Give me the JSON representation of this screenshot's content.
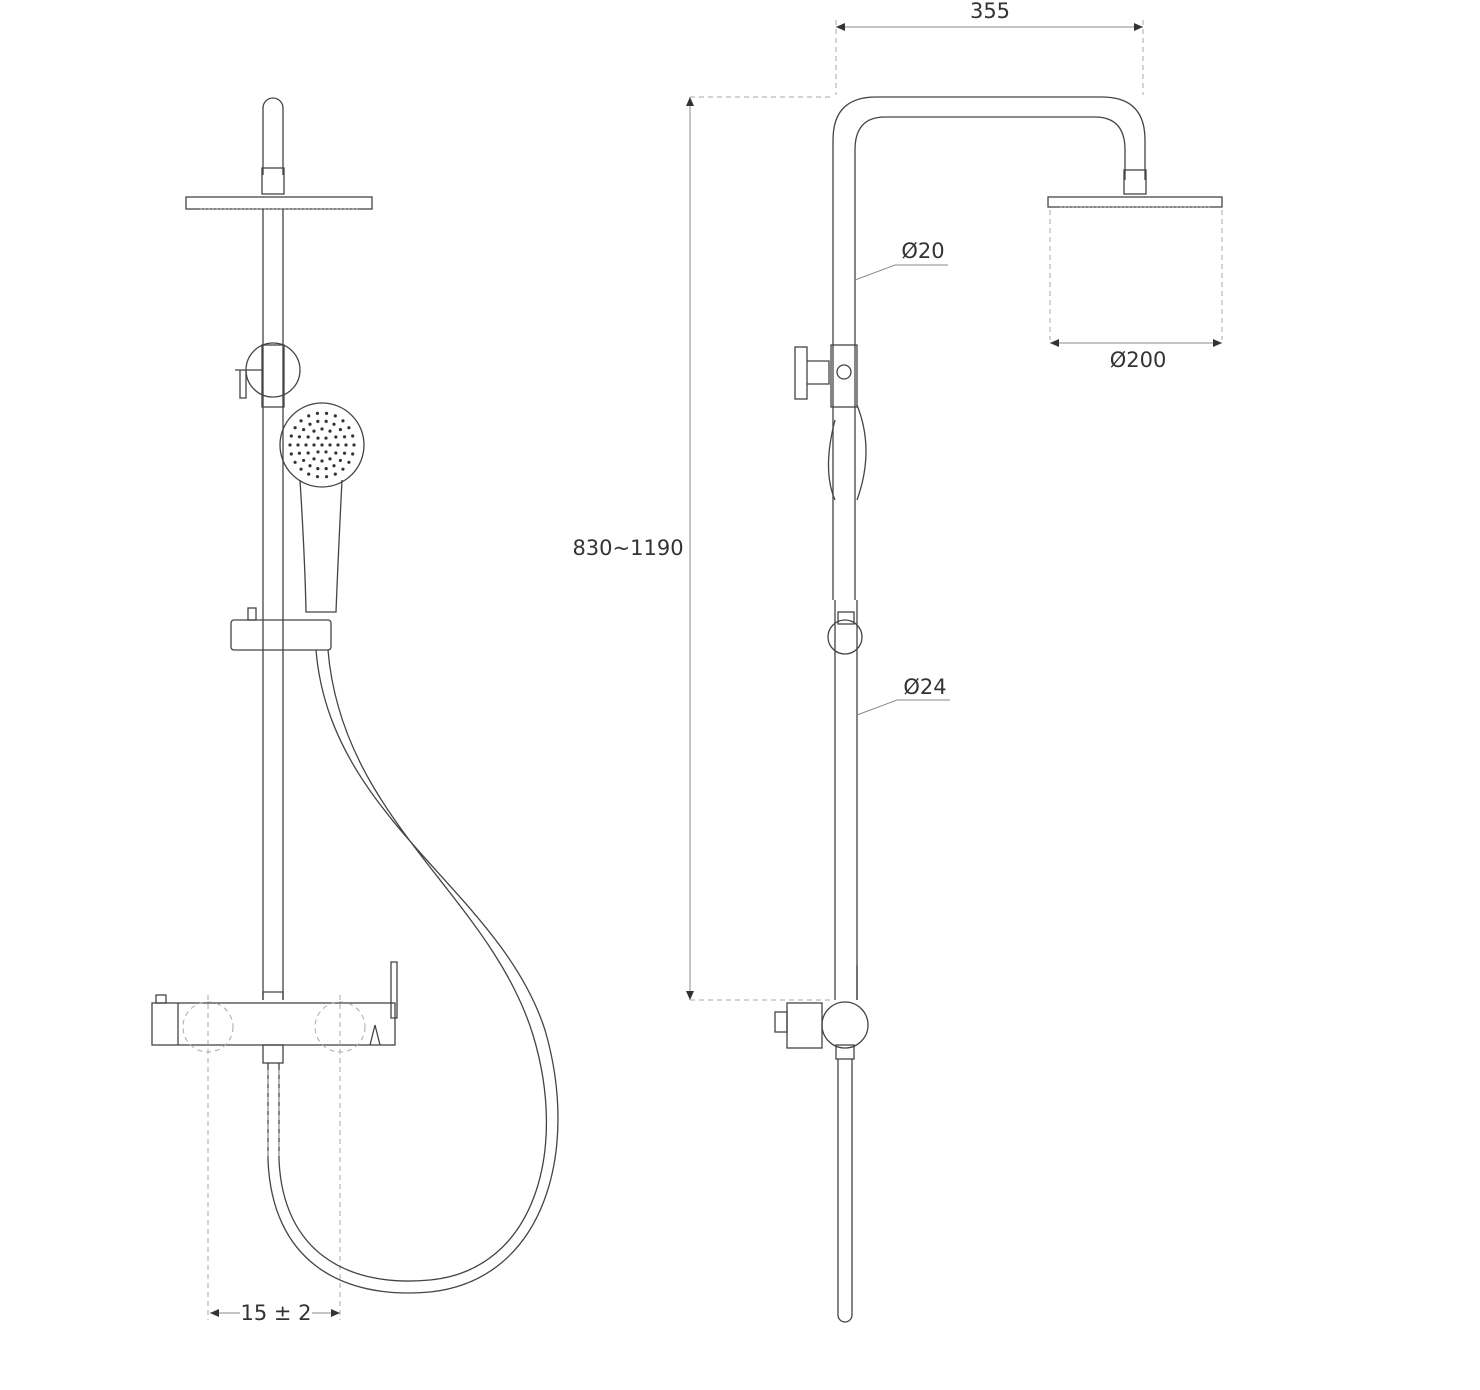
{
  "dimensions": {
    "width_top": "355",
    "height_range": "830~1190",
    "pipe_upper_diameter": "Ø20",
    "head_diameter": "Ø200",
    "pipe_lower_diameter": "Ø24",
    "inlet_spacing": "15 ± 2"
  },
  "colors": {
    "line": "#444444",
    "hidden_line": "#aaaaaa"
  }
}
